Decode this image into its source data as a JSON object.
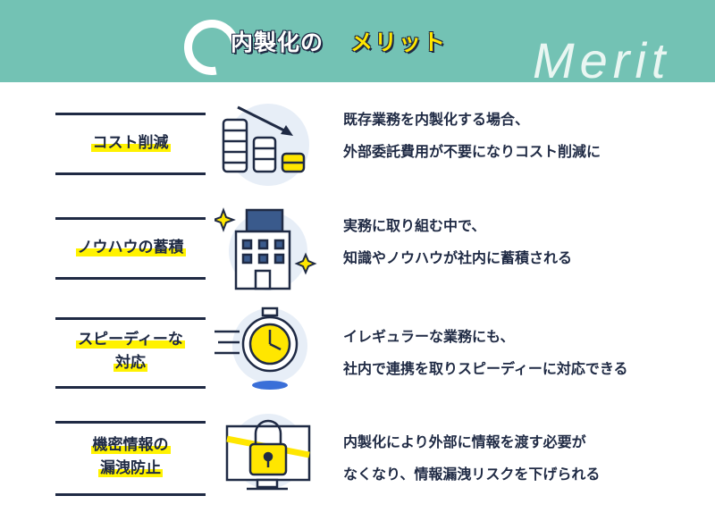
{
  "header": {
    "title_part1": "内製化の",
    "title_part2": "メリット",
    "watermark": "Merit"
  },
  "colors": {
    "teal": "#73c2b4",
    "navy": "#1f2a44",
    "yellow": "#fff200"
  },
  "items": [
    {
      "label_lines": [
        "コスト削減"
      ],
      "icon": "coins-decrease-icon",
      "desc_lines": [
        "既存業務を内製化する場合、",
        "外部委託費用が不要になりコスト削減に"
      ]
    },
    {
      "label_lines": [
        "ノウハウの蓄積"
      ],
      "icon": "office-building-icon",
      "desc_lines": [
        "実務に取り組む中で、",
        "知識やノウハウが社内に蓄積される"
      ]
    },
    {
      "label_lines": [
        "スピーディーな",
        "対応"
      ],
      "icon": "stopwatch-icon",
      "desc_lines": [
        "イレギュラーな業務にも、",
        "社内で連携を取りスピーディーに対応できる"
      ]
    },
    {
      "label_lines": [
        "機密情報の",
        "漏洩防止"
      ],
      "icon": "locked-computer-icon",
      "desc_lines": [
        "内製化により外部に情報を渡す必要が",
        "なくなり、情報漏洩リスクを下げられる"
      ]
    }
  ]
}
